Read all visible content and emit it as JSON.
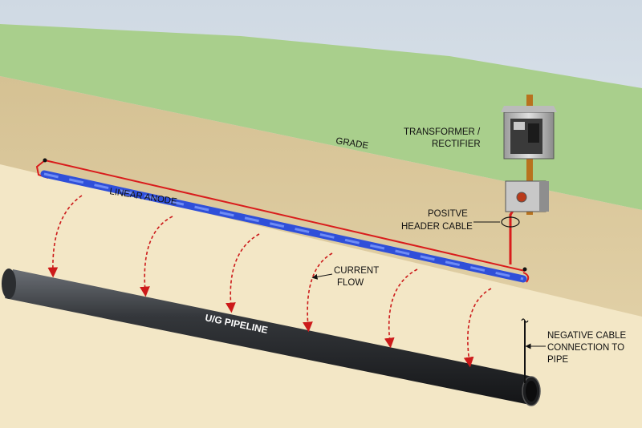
{
  "labels": {
    "transformer_line1": "TRANSFORMER /",
    "transformer_line2": "RECTIFIER",
    "grade": "GRADE",
    "linear_anode": "LINEAR ANODE",
    "positive_line1": "POSITVE",
    "positive_line2": "HEADER CABLE",
    "current_line1": "CURRENT",
    "current_line2": "FLOW",
    "pipeline": "U/G PIPELINE",
    "negative_line1": "NEGATIVE CABLE",
    "negative_line2": "CONNECTION TO",
    "negative_line3": "PIPE"
  },
  "colors": {
    "sky": "#dfe7ee",
    "grass": "#a9cf8c",
    "soil": "#d9c79f",
    "subsoil": "#f3e7c6",
    "pipe": "#2b2d30",
    "anode": "#2f4fd9",
    "cable": "#d91c1c",
    "current_arrow": "#cc1a1a"
  }
}
